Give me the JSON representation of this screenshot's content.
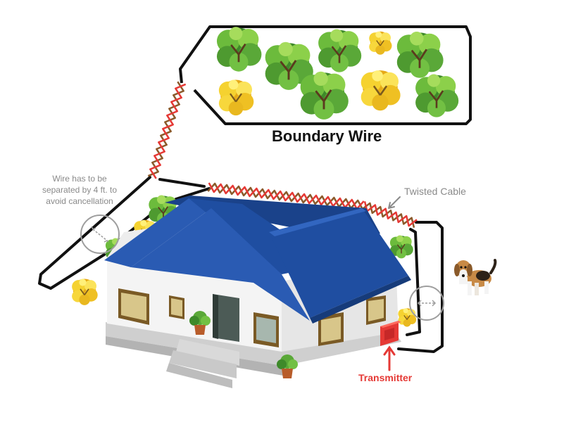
{
  "labels": {
    "boundary_wire": "Boundary Wire",
    "twisted_cable": "Twisted Cable",
    "transmitter": "Transmitter",
    "separation_note": [
      "Wire has to be",
      "separated by 4 ft. to",
      "avoid cancellation"
    ]
  },
  "colors": {
    "boundary_wire": "#111111",
    "twist_red": "#e53935",
    "twist_brown": "#8b5a2b",
    "roof": "#1f4ea1",
    "wall": "#f3f3f3",
    "foundation": "#cfcfcf",
    "tree_green": "#5aa838",
    "tree_yellow": "#f0c419",
    "transmitter": "#e53935",
    "annotation": "#8a8a8a"
  },
  "icons": [
    "tree-icon",
    "dog-icon",
    "potted-plant-icon",
    "transmitter-box-icon"
  ]
}
